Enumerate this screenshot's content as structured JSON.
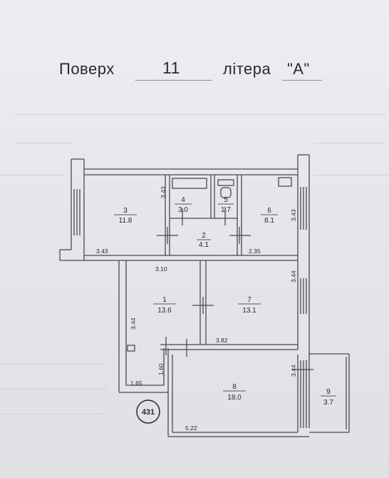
{
  "header": {
    "floor_label": "Поверх",
    "floor_value": "11",
    "letter_label": "літера",
    "letter_value": "\"A\""
  },
  "plan": {
    "rooms": [
      {
        "num": "1",
        "area": "13.6"
      },
      {
        "num": "2",
        "area": "4.1"
      },
      {
        "num": "3",
        "area": "11.8"
      },
      {
        "num": "4",
        "area": "3.0"
      },
      {
        "num": "5",
        "area": "1.7"
      },
      {
        "num": "6",
        "area": "8.1"
      },
      {
        "num": "7",
        "area": "13.1"
      },
      {
        "num": "8",
        "area": "18.0"
      },
      {
        "num": "9",
        "area": "3.7"
      }
    ],
    "dimensions": {
      "d_343_top": "3.43",
      "d_343_left": "3.43",
      "d_343_right": "3.43",
      "d_310": "3.10",
      "d_235": "2.35",
      "d_344_left": "3.44",
      "d_344_right": "3.44",
      "d_344_balcony": "3.44",
      "d_382": "3.82",
      "d_165": "1.65",
      "d_160": "1.60",
      "d_522": "5.22"
    },
    "apartment_number": "431"
  }
}
